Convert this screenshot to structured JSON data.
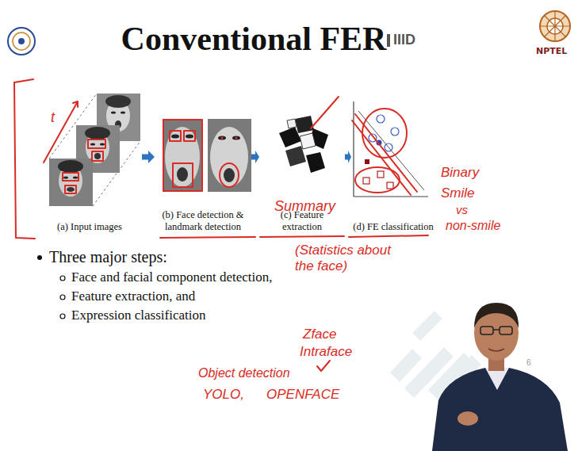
{
  "diagram": {
    "title": "Conventional FER",
    "nodes": [
      {
        "text": [
          "(a) Input images"
        ]
      },
      {
        "text": [
          "(b) Face detection & landmark detection"
        ]
      },
      {
        "text": [
          "(c) Feature extraction"
        ]
      },
      {
        "text": [
          "(d) FE classification"
        ]
      }
    ],
    "edges": [
      {
        "from": 0,
        "to": 1,
        "arrow": "to"
      },
      {
        "from": 1,
        "to": 2,
        "arrow": "to"
      },
      {
        "from": 2,
        "to": 3,
        "arrow": "to"
      }
    ],
    "labels": [
      "IIID",
      "NPTEL",
      "t",
      "Summary",
      "(Statistics about the face)",
      "Binary",
      "Smile",
      "vs",
      "non-smile",
      "Three major steps:",
      "Face and facial component detection,",
      "Feature extraction, and",
      "Expression classification",
      "Zface",
      "Intraface",
      "Object detection",
      "YOLO,",
      "OPENFACE",
      "6"
    ]
  }
}
